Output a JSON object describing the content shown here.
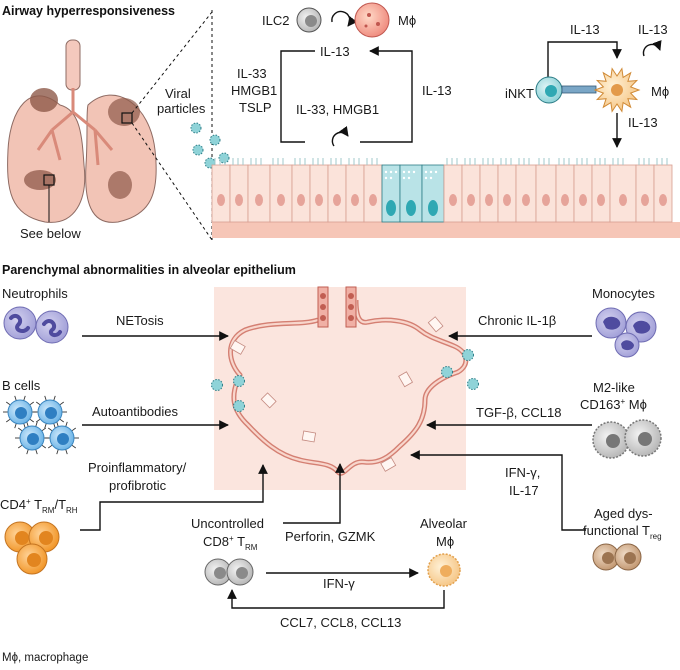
{
  "top": {
    "title": "Airway hyperresponsiveness",
    "viral_particles_line1": "Viral",
    "viral_particles_line2": "particles",
    "see_below": "See below",
    "ilc2": "ILC2",
    "macrophage_symbol": "Mϕ",
    "il13": "IL-13",
    "il33": "IL-33",
    "hmgb1": "HMGB1",
    "tslp": "TSLP",
    "il33_hmgb1": "IL-33, HMGB1",
    "inkt": "iNKT"
  },
  "bottom": {
    "title": "Parenchymal abnormalities in alveolar epithelium",
    "neutrophils": "Neutrophils",
    "netosis": "NETosis",
    "b_cells": "B cells",
    "autoantibodies": "Autoantibodies",
    "proinflammatory_line1": "Proinflammatory/",
    "proinflammatory_line2": "profibrotic",
    "cd4_prefix": "CD4",
    "cd4_sup": "+",
    "cd4_t": " T",
    "cd4_rm": "RM",
    "cd4_slash_t": "/T",
    "cd4_rh": "RH",
    "uncontrolled": "Uncontrolled",
    "cd8_prefix": "CD8",
    "cd8_sup": "+",
    "cd8_t": " T",
    "cd8_rm": "RM",
    "perforin": "Perforin, GZMK",
    "alveolar": "Alveolar",
    "alveolar_m": "Mϕ",
    "ifng": "IFN-γ",
    "ccl": "CCL7, CCL8, CCL13",
    "monocytes": "Monocytes",
    "chronic_il1b": "Chronic IL-1β",
    "m2_line1": "M2-like",
    "m2_line2_pre": "CD163",
    "m2_line2_sup": "+",
    "m2_line2_post": " Mϕ",
    "tgfb": "TGF-β, CCL18",
    "ifng_comma": "IFN-γ,",
    "il17": "IL-17",
    "aged_line1": "Aged dys-",
    "aged_line2_pre": "functional T",
    "aged_sub": "reg"
  },
  "footnote": "Mϕ, macrophage"
}
